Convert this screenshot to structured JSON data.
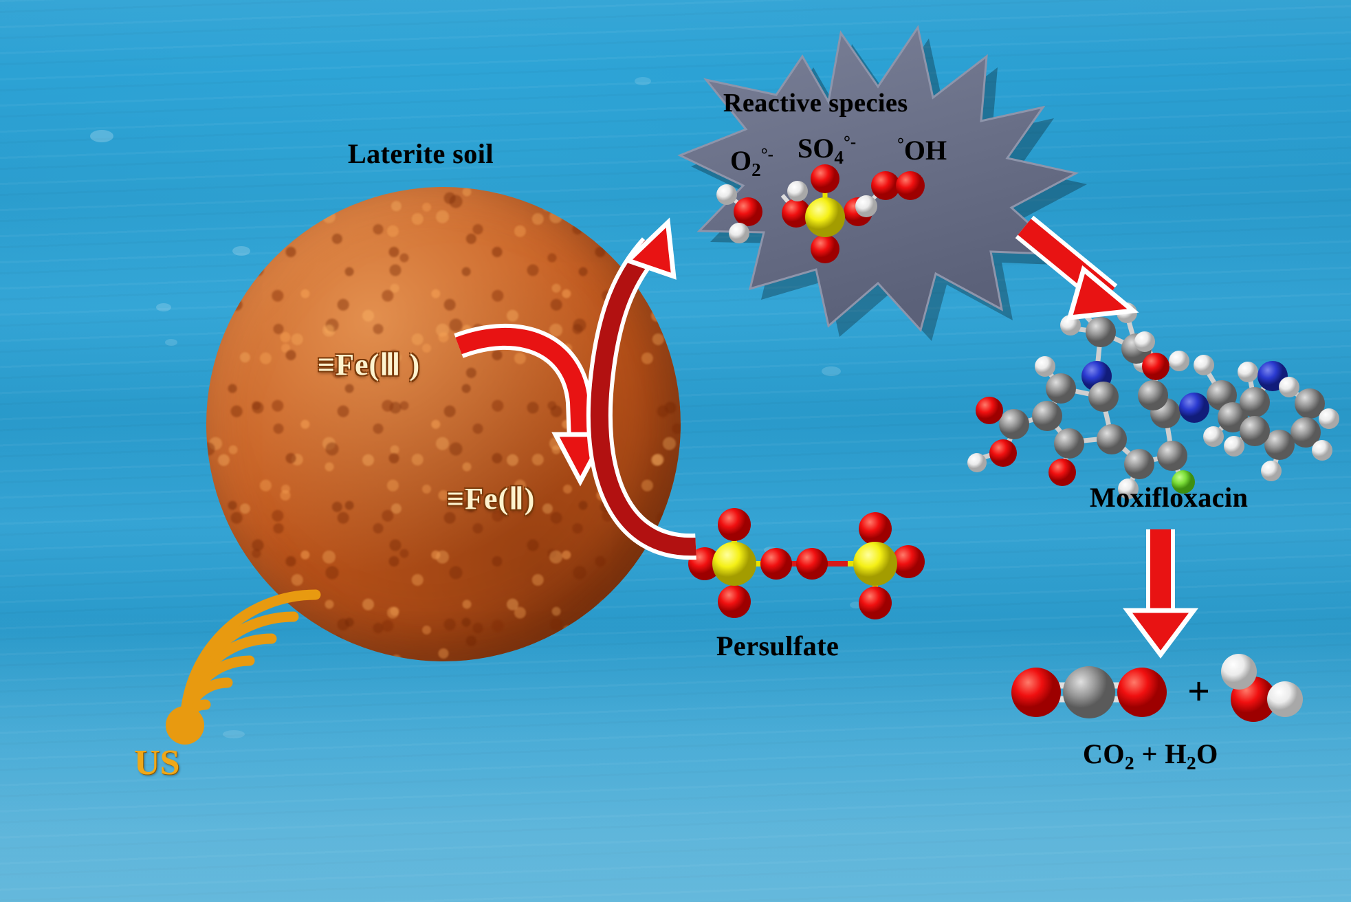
{
  "figure": {
    "type": "graphical-abstract",
    "domain": "environmental-chemistry",
    "background_color": "#2a9fd2"
  },
  "labels": {
    "laterite_soil": "Laterite soil",
    "reactive_species": "Reactive species",
    "persulfate": "Persulfate",
    "moxifloxacin": "Moxifloxacin",
    "products": "CO2 + H2O",
    "ultrasound": "US",
    "fe_three": "≡Fe(Ⅲ )",
    "fe_two": "≡Fe(Ⅱ)"
  },
  "species": {
    "superoxide": {
      "base": "O",
      "sub": "2",
      "sup": "°-"
    },
    "sulfate_radical": {
      "base": "SO",
      "sub": "4",
      "sup": "°-"
    },
    "hydroxyl_radical": {
      "sup": "°",
      "base": "OH"
    }
  },
  "products_formula": {
    "co2": "CO",
    "co2_sub": "2",
    "plus": "+",
    "h2o": "H",
    "h2o_sub": "2",
    "h2o_o": "O"
  },
  "colors": {
    "water_blue": "#2a9fd2",
    "soil_orange": "#c1571c",
    "burst_gray": "#6b7188",
    "arrow_red": "#e81313",
    "fe_cream": "#fdf3cf",
    "us_gold": "#f0a818",
    "atom_oxygen": "#f01010",
    "atom_hydrogen": "#ffffff",
    "atom_sulfur": "#f5f016",
    "atom_carbon": "#9a9a9a",
    "atom_nitrogen": "#2a3ad0",
    "atom_fluorine": "#7ddf3a"
  },
  "molecules": [
    {
      "name": "superoxide-radical",
      "atoms": [
        "H",
        "O",
        "H"
      ],
      "location": "burst-left"
    },
    {
      "name": "sulfate-radical",
      "atoms": [
        "S",
        "O",
        "O",
        "O",
        "O",
        "H"
      ],
      "location": "burst-center"
    },
    {
      "name": "hydroxyl-radical",
      "atoms": [
        "H",
        "O",
        "O"
      ],
      "location": "burst-right"
    },
    {
      "name": "persulfate-anion",
      "formula": "S2O8",
      "atoms": [
        "S",
        "S",
        "O",
        "O",
        "O",
        "O",
        "O",
        "O",
        "O",
        "O"
      ],
      "location": "lower-center"
    },
    {
      "name": "moxifloxacin",
      "location": "right"
    },
    {
      "name": "carbon-dioxide",
      "formula": "CO2",
      "atoms": [
        "O",
        "C",
        "O"
      ],
      "location": "bottom-right"
    },
    {
      "name": "water",
      "formula": "H2O",
      "atoms": [
        "H",
        "O",
        "H"
      ],
      "location": "bottom-right"
    }
  ],
  "arrows": [
    {
      "name": "fe3-to-fe2",
      "style": "curved",
      "color": "#e81313"
    },
    {
      "name": "persulfate-to-burst",
      "style": "curved",
      "color": "#e81313"
    },
    {
      "name": "burst-to-moxifloxacin",
      "style": "straight",
      "color": "#e81313"
    },
    {
      "name": "moxifloxacin-to-products",
      "style": "straight",
      "color": "#e81313"
    }
  ],
  "ultrasound_icon": {
    "arc_count": 6,
    "emitter": "dot",
    "color": "#f0a818"
  }
}
